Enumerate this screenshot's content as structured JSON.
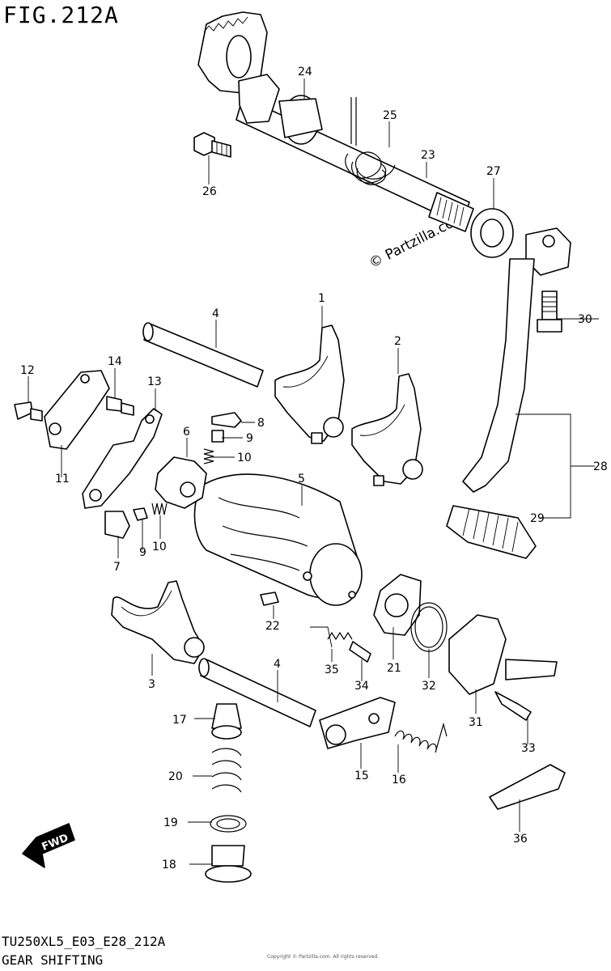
{
  "header": {
    "figure": "FIG.212A"
  },
  "watermark": "© Partzilla.com",
  "footer": {
    "code": "TU250XL5_E03_E28_212A",
    "caption": "GEAR SHIFTING",
    "fine_print": "Copyright © Partzilla.com. All rights reserved."
  },
  "fwd_label": "FWD",
  "callouts": [
    "1",
    "2",
    "3",
    "4",
    "4",
    "5",
    "6",
    "7",
    "8",
    "9",
    "9",
    "10",
    "10",
    "11",
    "12",
    "13",
    "14",
    "15",
    "16",
    "17",
    "18",
    "19",
    "20",
    "21",
    "22",
    "23",
    "24",
    "25",
    "26",
    "27",
    "28",
    "29",
    "30",
    "31",
    "32",
    "33",
    "34",
    "35",
    "36"
  ]
}
